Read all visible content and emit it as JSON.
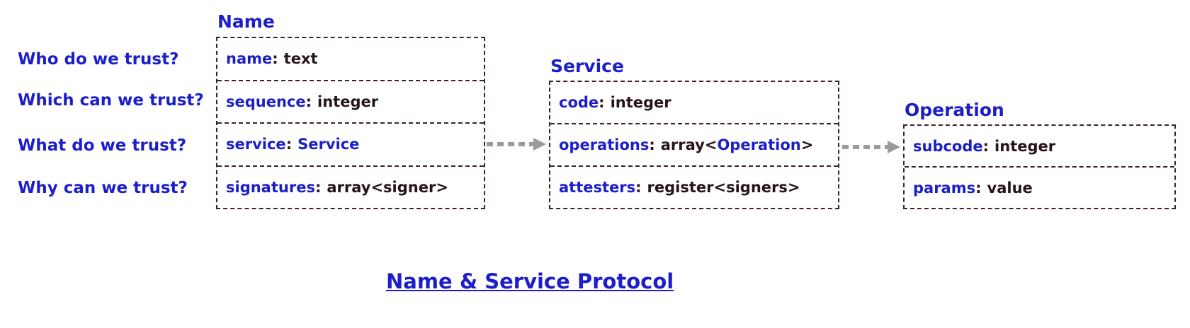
{
  "ui": {
    "field_separator": ":"
  },
  "questions": [
    {
      "text": "Who do we trust?"
    },
    {
      "text": "Which can we trust?"
    },
    {
      "text": "What do we trust?"
    },
    {
      "text": "Why can we trust?"
    }
  ],
  "entities": [
    {
      "title": "Name",
      "fields": [
        {
          "label": "name",
          "type_pre": "text",
          "type_ref": "",
          "type_post": ""
        },
        {
          "label": "sequence",
          "type_pre": "integer",
          "type_ref": "",
          "type_post": ""
        },
        {
          "label": "service",
          "type_pre": "",
          "type_ref": "Service",
          "type_post": ""
        },
        {
          "label": "signatures",
          "type_pre": "array<signer>",
          "type_ref": "",
          "type_post": ""
        }
      ]
    },
    {
      "title": "Service",
      "fields": [
        {
          "label": "code",
          "type_pre": "integer",
          "type_ref": "",
          "type_post": ""
        },
        {
          "label": "operations",
          "type_pre": "array<",
          "type_ref": "Operation",
          "type_post": ">"
        },
        {
          "label": "attesters",
          "type_pre": "register<signers>",
          "type_ref": "",
          "type_post": ""
        }
      ]
    },
    {
      "title": "Operation",
      "fields": [
        {
          "label": "subcode",
          "type_pre": "integer",
          "type_ref": "",
          "type_post": ""
        },
        {
          "label": "params",
          "type_pre": "value",
          "type_ref": "",
          "type_post": ""
        }
      ]
    }
  ],
  "caption": "Name & Service Protocol",
  "colors": {
    "accent_blue": "#1b1ec9",
    "dark_text": "#26141c",
    "box_border": "#3d212b",
    "arrow_gray": "#9b9b9b",
    "background": "#ffffff"
  }
}
